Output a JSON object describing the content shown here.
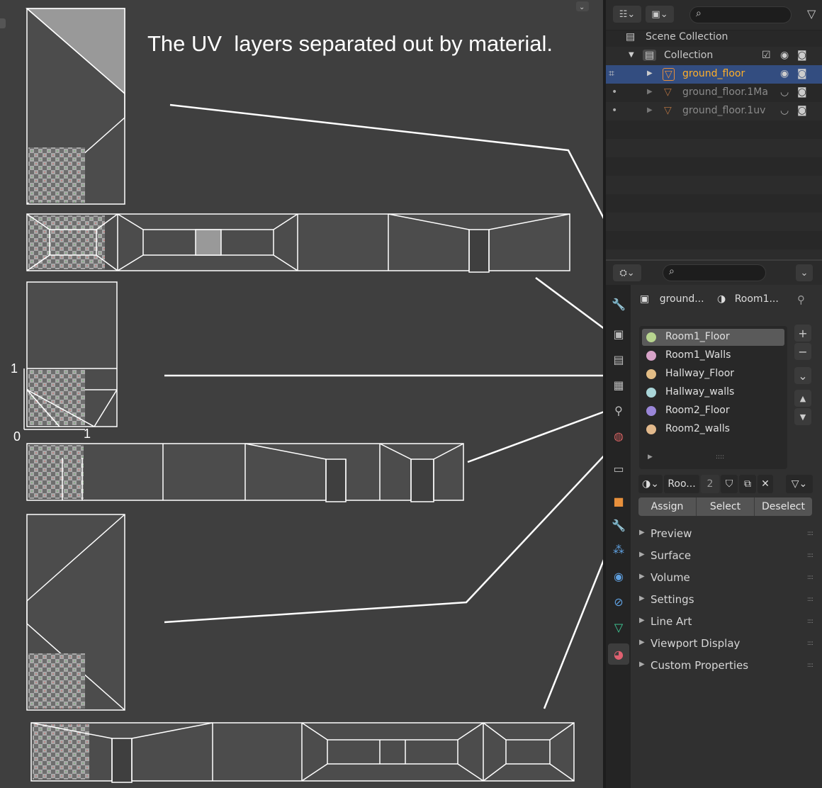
{
  "annotation": {
    "title": "The UV  layers separated out by material.",
    "axis_one_y": "1",
    "axis_zero": "0",
    "axis_one_x": "1"
  },
  "outliner": {
    "scene_collection": "Scene Collection",
    "collection": "Collection",
    "objects": [
      {
        "name": "ground_floor",
        "selected": true
      },
      {
        "name": "ground_floor.1Ma",
        "selected": false
      },
      {
        "name": "ground_floor.1uv",
        "selected": false
      }
    ]
  },
  "properties": {
    "breadcrumb_object": "ground...",
    "breadcrumb_material": "Room1...",
    "materials": [
      {
        "name": "Room1_Floor",
        "color": "#b7d48f",
        "active": true
      },
      {
        "name": "Room1_Walls",
        "color": "#d7a3c8",
        "active": false
      },
      {
        "name": "Hallway_Floor",
        "color": "#e3bd86",
        "active": false
      },
      {
        "name": "Hallway_walls",
        "color": "#a9d5d8",
        "active": false
      },
      {
        "name": "Room2_Floor",
        "color": "#9a86d8",
        "active": false
      },
      {
        "name": "Room2_walls",
        "color": "#e2b98c",
        "active": false
      }
    ],
    "material_slot_name": "Roo...",
    "material_users": "2",
    "buttons": {
      "assign": "Assign",
      "select": "Select",
      "deselect": "Deselect"
    },
    "panels": [
      "Preview",
      "Surface",
      "Volume",
      "Settings",
      "Line Art",
      "Viewport Display",
      "Custom Properties"
    ]
  },
  "colors": {
    "accent_selected": "#334d80",
    "selected_text": "#ffaf29",
    "uv_edge": "#ffffff",
    "active_material_row": "#5a5a5a"
  },
  "icons": [
    "filter-icon",
    "search-icon",
    "eye-icon",
    "camera-icon",
    "checkbox-icon",
    "mesh-icon",
    "pin-icon",
    "wrench-icon",
    "material-icon"
  ]
}
